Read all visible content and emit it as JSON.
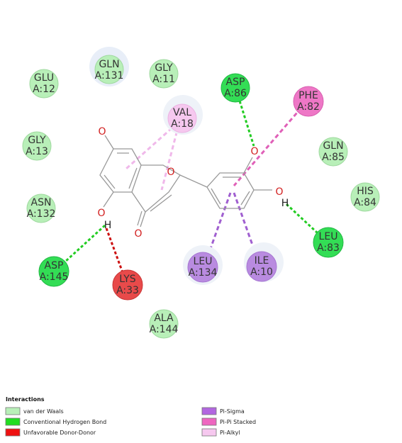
{
  "residues": {
    "glu12": {
      "name": "GLU",
      "id": "A:12",
      "type": "vdw"
    },
    "gln131": {
      "name": "GLN",
      "id": "A:131",
      "type": "vdw"
    },
    "gly11": {
      "name": "GLY",
      "id": "A:11",
      "type": "vdw"
    },
    "asp86": {
      "name": "ASP",
      "id": "A:86",
      "type": "hbond"
    },
    "phe82": {
      "name": "PHE",
      "id": "A:82",
      "type": "pipi"
    },
    "val18": {
      "name": "VAL",
      "id": "A:18",
      "type": "pialkyl"
    },
    "gly13": {
      "name": "GLY",
      "id": "A:13",
      "type": "vdw"
    },
    "gln85": {
      "name": "GLN",
      "id": "A:85",
      "type": "vdw"
    },
    "his84": {
      "name": "HIS",
      "id": "A:84",
      "type": "vdw"
    },
    "asn132": {
      "name": "ASN",
      "id": "A:132",
      "type": "vdw"
    },
    "leu83": {
      "name": "LEU",
      "id": "A:83",
      "type": "hbond"
    },
    "leu134": {
      "name": "LEU",
      "id": "A:134",
      "type": "pisigma"
    },
    "ile10": {
      "name": "ILE",
      "id": "A:10",
      "type": "pisigma"
    },
    "asp145": {
      "name": "ASP",
      "id": "A:145",
      "type": "hbond"
    },
    "lys33": {
      "name": "LYS",
      "id": "A:33",
      "type": "unfavorable"
    },
    "ala144": {
      "name": "ALA",
      "id": "A:144",
      "type": "vdw"
    }
  },
  "atoms": {
    "o_top": "O",
    "o_ring": "O",
    "o_left_oh": "O",
    "h_left": "H",
    "o_carbonyl": "O",
    "o_right_top": "O",
    "o_right_oh": "O",
    "h_right": "H"
  },
  "legend": {
    "title": "Interactions",
    "items": {
      "vdw": "van der Waals",
      "hbond": "Conventional Hydrogen Bond",
      "unfavorable": "Unfavorable Donor-Donor",
      "pisigma": "Pi-Sigma",
      "pipi": "Pi-Pi Stacked",
      "pialkyl": "Pi-Alkyl"
    }
  },
  "colors": {
    "vdw": "#b8efb8",
    "vdw_stroke": "#9fd99f",
    "hbond": "#33dd55",
    "hbond_line": "#22cc22",
    "unfavorable": "#e84a4a",
    "unfavorable_line": "#cc1111",
    "pisigma": "#b98be0",
    "pisigma_line": "#a05fd0",
    "pipi": "#ee77c6",
    "pipi_line": "#e060b8",
    "pialkyl": "#f6c8ef",
    "pialkyl_line": "#f0b8ea",
    "halo": "#e8eef8",
    "bond": "#999999",
    "heteroatom": "#d22020"
  }
}
